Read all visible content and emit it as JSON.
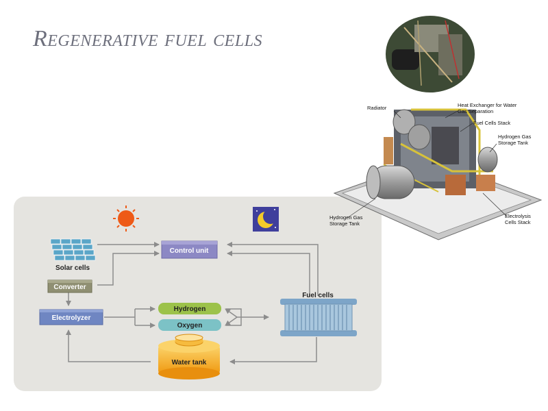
{
  "slide": {
    "title": "Regenerative fuel cells"
  },
  "diagram": {
    "nodes": {
      "solar_cells": "Solar cells",
      "control_unit": "Control unit",
      "converter": "Converter",
      "electrolyzer": "Electrolyzer",
      "hydrogen": "Hydrogen",
      "oxygen": "Oxygen",
      "fuel_cells": "Fuel cells",
      "water_tank": "Water tank"
    },
    "icons": [
      "sun-icon",
      "moon-icon"
    ],
    "colors": {
      "panel": "#e5e4e0",
      "control_unit": "#8c88c4",
      "converter": "#8f8f72",
      "electrolyzer": "#6f86c2",
      "hydrogen": "#9cc24a",
      "oxygen": "#7cc2c6",
      "water_tank": "#f4a81c",
      "arrow": "#8c8c8c"
    }
  },
  "equipment_figure": {
    "callouts": {
      "radiator": "Radiator",
      "heat_exchanger_line1": "Heat Exchanger for Water",
      "heat_exchanger_line2": "Gas Separation",
      "fuel_cells_stack": "Fuel Cells Stack",
      "h2_tank_right_line1": "Hydrogen Gas",
      "h2_tank_right_line2": "Storage Tank",
      "h2_tank_left_line1": "Hydrogen Gas",
      "h2_tank_left_line2": "Storage Tank",
      "electrolysis_line1": "Electrolysis",
      "electrolysis_line2": "Cells Stack"
    }
  }
}
